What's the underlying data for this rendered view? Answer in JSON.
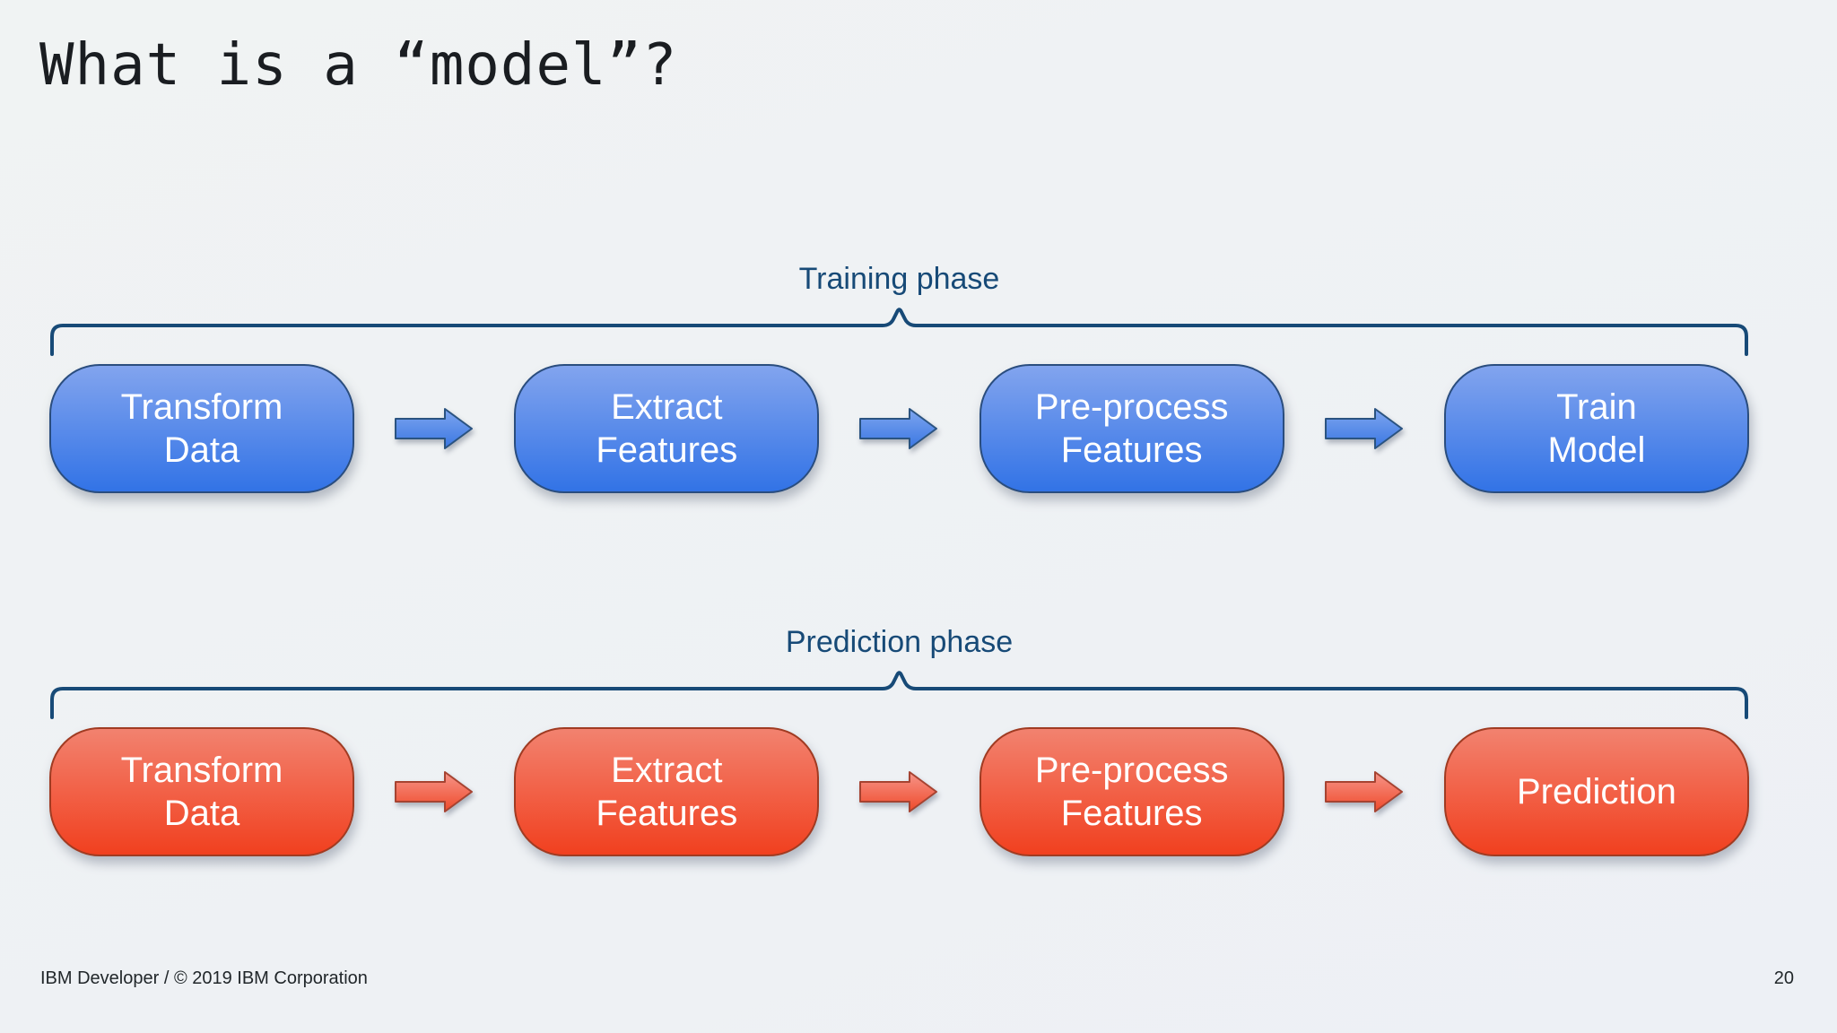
{
  "slide": {
    "title": "What is a “model”?",
    "footer_credit": "IBM Developer / © 2019 IBM Corporation",
    "page_number": "20"
  },
  "phases": [
    {
      "label": "Training phase",
      "scheme": "blue",
      "steps": [
        "Transform\nData",
        "Extract\nFeatures",
        "Pre-process\nFeatures",
        "Train\nModel"
      ]
    },
    {
      "label": "Prediction phase",
      "scheme": "red",
      "steps": [
        "Transform\nData",
        "Extract\nFeatures",
        "Pre-process\nFeatures",
        "Prediction"
      ]
    }
  ],
  "icons": {
    "arrow": "right-block-arrow",
    "brace": "horizontal-curly-brace"
  },
  "colors": {
    "background": "#eff2f3",
    "title_text": "#1a1d21",
    "phase_label": "#174a77",
    "brace_stroke": "#174a77",
    "blue_box_top": "#82a4ee",
    "blue_box_bottom": "#3273e6",
    "blue_border": "#2a4d7e",
    "red_box_top": "#f2826f",
    "red_box_bottom": "#f1401f",
    "red_border": "#a03b22",
    "box_text": "#ffffff",
    "footer_text": "#21272a"
  }
}
